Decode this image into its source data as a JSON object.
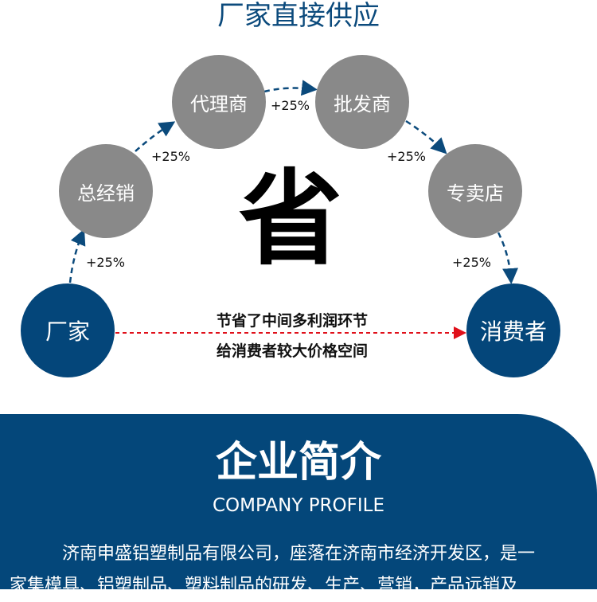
{
  "header": {
    "title": "厂家直接供应"
  },
  "diagram": {
    "nodes": {
      "factory": "厂家",
      "distributor": "总经销",
      "agent": "代理商",
      "wholesaler": "批发商",
      "store": "专卖店",
      "consumer": "消费者"
    },
    "markup": "+25%",
    "center": "省",
    "note_line1": "节省了中间多利润环节",
    "note_line2": "给消费者较大价格空间"
  },
  "profile": {
    "title": "企业简介",
    "subtitle": "COMPANY PROFILE",
    "line1": "济南申盛铝塑制品有限公司，座落在济南市经济开发区，是一",
    "line2": "家集模具、铝塑制品、塑料制品的研发、生产、营销，产品远销及"
  },
  "colors": {
    "blue": "#04477a",
    "gray": "#898989",
    "red": "#e0101a"
  }
}
